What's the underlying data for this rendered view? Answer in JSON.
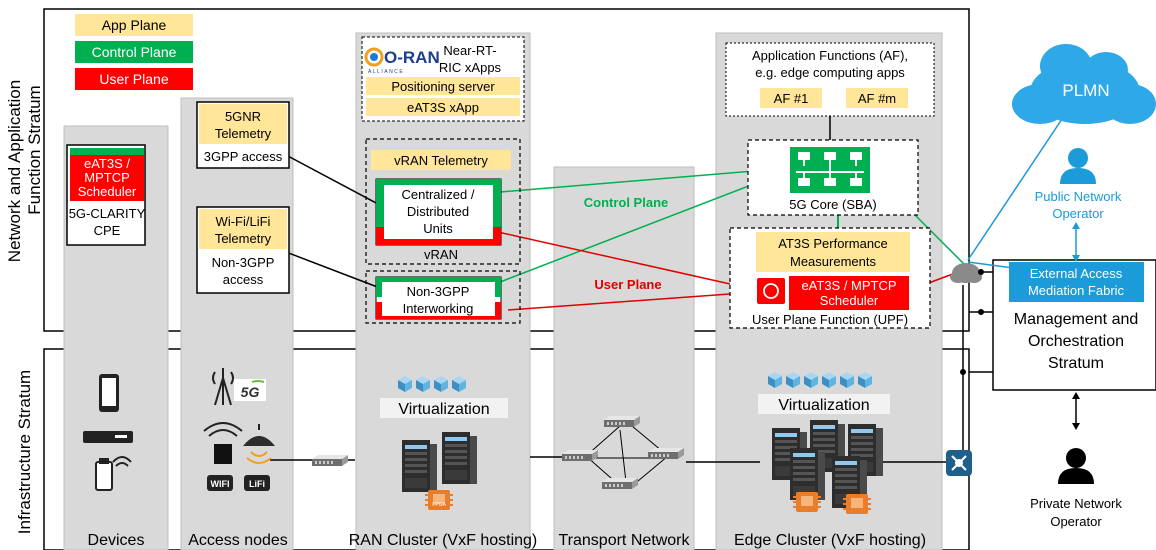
{
  "strata": {
    "network": "Network and Application Function Stratum",
    "infrastructure": "Infrastructure Stratum",
    "management_line1": "Management and",
    "management_line2": "Orchestration",
    "management_line3": "Stratum"
  },
  "legend": {
    "app_plane": "App Plane",
    "control_plane": "Control Plane",
    "user_plane": "User Plane"
  },
  "columns": {
    "devices": "Devices",
    "access_nodes": "Access nodes",
    "ran_cluster": "RAN Cluster (VxF hosting)",
    "transport": "Transport Network",
    "edge_cluster": "Edge Cluster (VxF hosting)"
  },
  "cpe": {
    "sched_line1": "eAT3S /",
    "sched_line2": "MPTCP",
    "sched_line3": "Scheduler",
    "label_line1": "5G-CLARITY",
    "label_line2": "CPE"
  },
  "access": {
    "g5_tel_line1": "5GNR",
    "g5_tel_line2": "Telemetry",
    "g5_sub": "3GPP access",
    "wifi_tel_line1": "Wi-Fi/LiFi",
    "wifi_tel_line2": "Telemetry",
    "wifi_sub_line1": "Non-3GPP",
    "wifi_sub_line2": "access",
    "badge_5g": "5G",
    "badge_wifi": "WIFI",
    "badge_lifi": "LiFi"
  },
  "ran": {
    "oran_logo": "O-RAN",
    "oran_sub": "ALLIANCE",
    "ric_line1": "Near-RT-",
    "ric_line2": "RIC xApps",
    "positioning": "Positioning server",
    "eat3s_xapp": "eAT3S xApp",
    "vran_telemetry": "vRAN Telemetry",
    "cdu_line1": "Centralized /",
    "cdu_line2": "Distributed",
    "cdu_line3": "Units",
    "vran": "vRAN",
    "n3iwf_line1": "Non-3GPP",
    "n3iwf_line2": "Interworking",
    "virtualization": "Virtualization",
    "fpga": "FPGA"
  },
  "links": {
    "control_plane": "Control Plane",
    "user_plane": "User Plane"
  },
  "edge": {
    "af_line1": "Application Functions (AF),",
    "af_line2": "e.g. edge computing apps",
    "af1": "AF #1",
    "afm": "AF #m",
    "core": "5G Core (SBA)",
    "perf_line1": "AT3S Performance",
    "perf_line2": "Measurements",
    "sched_line1": "eAT3S / MPTCP",
    "sched_line2": "Scheduler",
    "upf": "User Plane Function (UPF)",
    "virtualization": "Virtualization"
  },
  "external": {
    "plmn": "PLMN",
    "pub_line1": "Public Network",
    "pub_line2": "Operator",
    "eamf_line1": "External Access",
    "eamf_line2": "Mediation Fabric",
    "priv_line1": "Private Network",
    "priv_line2": "Operator"
  },
  "colors": {
    "app_plane": "#ffe699",
    "control_plane": "#00b050",
    "user_plane": "#ff0000",
    "column_gray": "#d9d9d9",
    "public_blue": "#1b9bd7",
    "cloud_blue": "#2fa8e8",
    "cube_blue": "#5fb4e0"
  }
}
